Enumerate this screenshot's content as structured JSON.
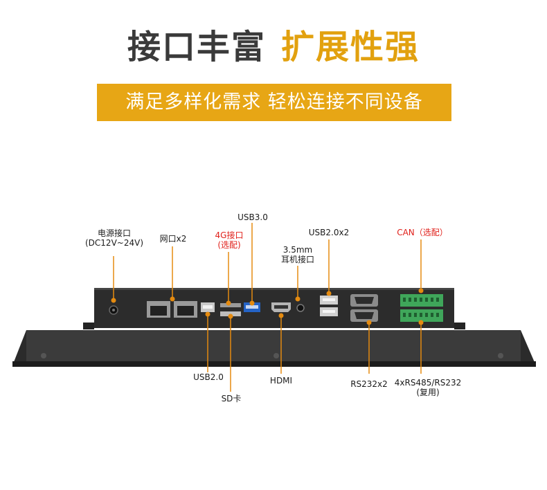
{
  "headline": {
    "part1": "接口丰富",
    "part2": "扩展性强"
  },
  "banner": "满足多样化需求  轻松连接不同设备",
  "accent_color": "#e7a615",
  "callout_color": "#e0201a",
  "ports": {
    "power": {
      "line1": "电源接口",
      "line2": "(DC12V~24V)"
    },
    "lan": "网口x2",
    "lte": {
      "line1": "4G接口",
      "line2": "(选配)"
    },
    "usb3": "USB3.0",
    "audio": {
      "line1": "3.5mm",
      "line2": "耳机接口"
    },
    "usb2x2": "USB2.0x2",
    "can": "CAN（选配）",
    "usb2": "USB2.0",
    "sd": "SD卡",
    "hdmi": "HDMI",
    "rs232": "RS232x2",
    "rs485": {
      "line1": "4xRS485/RS232",
      "line2": "(复用)"
    }
  }
}
